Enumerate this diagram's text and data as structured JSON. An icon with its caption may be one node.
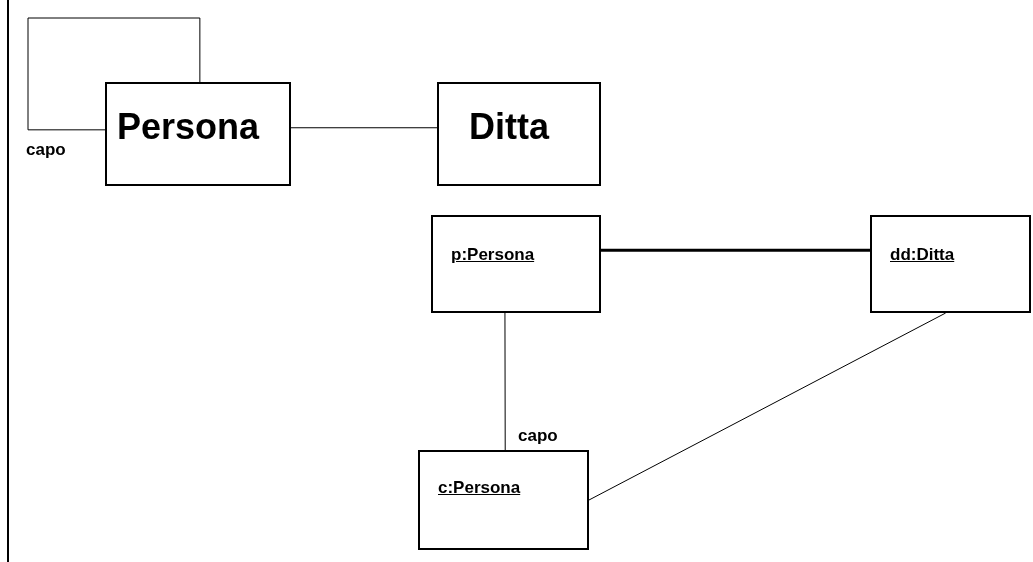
{
  "diagram": {
    "nodes": [
      {
        "text": [
          "Persona"
        ]
      },
      {
        "text": [
          "Ditta"
        ]
      },
      {
        "text": [
          "p:Persona"
        ]
      },
      {
        "text": [
          "dd:Ditta"
        ]
      },
      {
        "text": [
          "c:Persona"
        ]
      }
    ],
    "edges": [
      {
        "from": 0,
        "to": 0,
        "arrow": "none",
        "label": "capo"
      },
      {
        "from": 0,
        "to": 1,
        "arrow": "none"
      },
      {
        "from": 2,
        "to": 3,
        "arrow": "none",
        "style": "thick"
      },
      {
        "from": 2,
        "to": 4,
        "arrow": "none",
        "label": "capo"
      },
      {
        "from": 3,
        "to": 4,
        "arrow": "none"
      }
    ]
  }
}
